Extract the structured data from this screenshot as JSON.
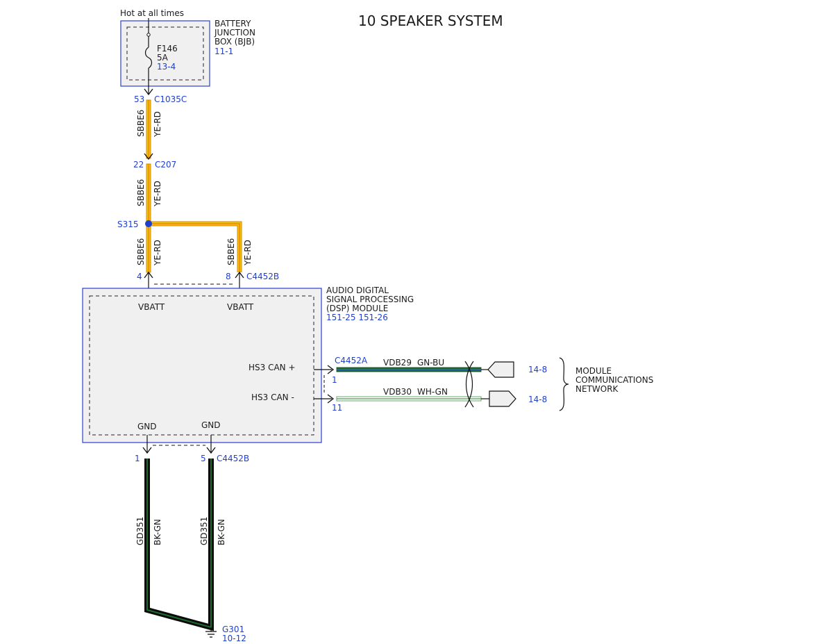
{
  "title": "10 SPEAKER SYSTEM",
  "colors": {
    "ref_blue": "#1f3fd0",
    "yellow": "#f5c400",
    "orange": "#e8771a",
    "black": "#111111",
    "green": "#1e6b2e",
    "white": "#ffffff"
  },
  "bjb": {
    "hot_label": "Hot at all times",
    "name_lines": [
      "BATTERY",
      "JUNCTION",
      "BOX (BJB)"
    ],
    "ref": "11-1",
    "fuse_name": "F146",
    "fuse_rating": "5A",
    "fuse_ref": "13-4"
  },
  "connectors": {
    "c1035c": {
      "pin": "53",
      "name": "C1035C"
    },
    "c207": {
      "pin": "22",
      "name": "C207"
    },
    "c4452b_top": {
      "pin_left": "4",
      "pin_right": "8",
      "name": "C4452B"
    },
    "c4452a": {
      "name": "C4452A",
      "pin_top": "1",
      "pin_bottom": "11"
    },
    "c4452b_bottom": {
      "pin_left": "1",
      "pin_right": "5",
      "name": "C4452B"
    }
  },
  "splice": {
    "name": "S315"
  },
  "wires": {
    "sbbe6_circuit": "SBBE6",
    "sbbe6_color": "YE-RD",
    "vdb29_circuit": "VDB29",
    "vdb29_color": "GN-BU",
    "vdb30_circuit": "VDB30",
    "vdb30_color": "WH-GN",
    "gd351_circuit": "GD351",
    "gd351_color": "BK-GN"
  },
  "dsp": {
    "name_lines": [
      "AUDIO DIGITAL",
      "SIGNAL PROCESSING",
      "(DSP) MODULE"
    ],
    "refs": "151-25  151-26",
    "vbatt_left": "VBATT",
    "vbatt_right": "VBATT",
    "can_plus": "HS3 CAN +",
    "can_minus": "HS3 CAN -",
    "gnd_left": "GND",
    "gnd_right": "GND"
  },
  "network": {
    "ref_top": "14-8",
    "ref_bottom": "14-8",
    "name_lines": [
      "MODULE",
      "COMMUNICATIONS",
      "NETWORK"
    ]
  },
  "ground": {
    "name": "G301",
    "ref": "10-12"
  }
}
